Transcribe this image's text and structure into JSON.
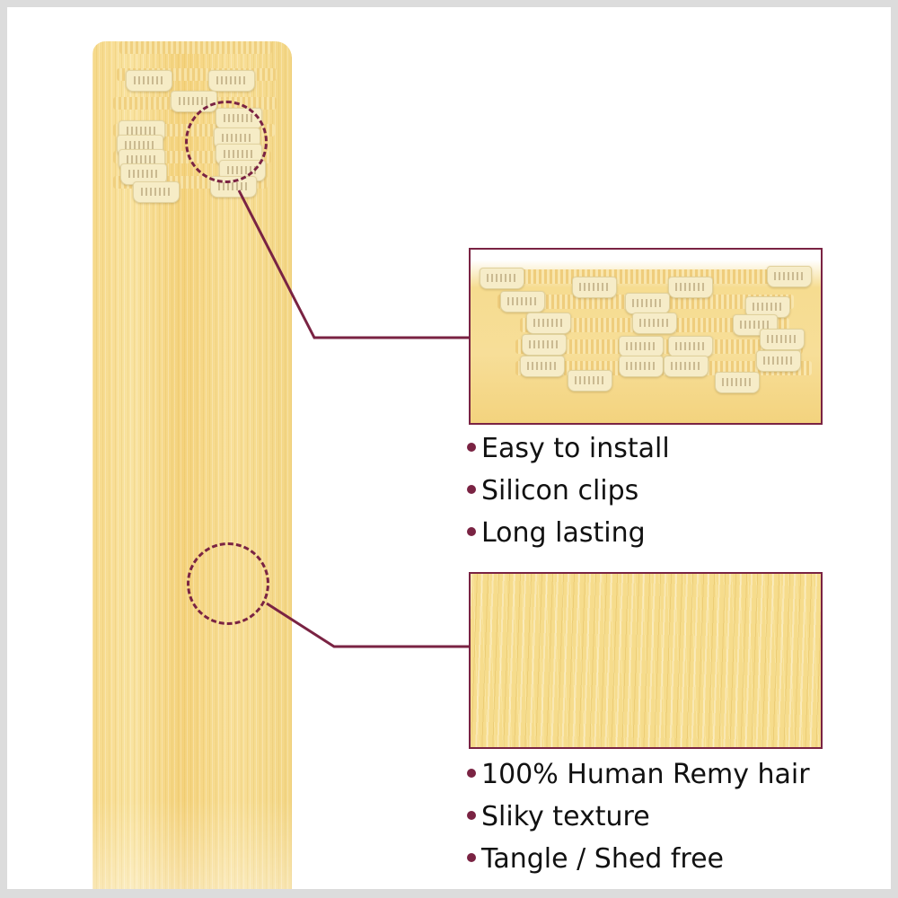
{
  "colors": {
    "frame": "#dcdcdc",
    "background": "#ffffff",
    "accent_maroon": "#7a2343",
    "hair_blonde": "#f6dc8c",
    "clip_cream": "#f6ecc6",
    "text": "#111111"
  },
  "product_image": {
    "subject": "blonde straight clip-in hair extension"
  },
  "callouts": [
    {
      "id": "clips-callout",
      "target": "clip-area",
      "inset": "clips-closeup",
      "bullets": [
        {
          "icon": "bullet-dot",
          "label": "Easy to install"
        },
        {
          "icon": "bullet-dot",
          "label": "Silicon clips"
        },
        {
          "icon": "bullet-dot",
          "label": "Long lasting"
        }
      ]
    },
    {
      "id": "texture-callout",
      "target": "hair-strand-area",
      "inset": "texture-closeup",
      "bullets": [
        {
          "icon": "bullet-dot",
          "label": "100% Human Remy hair"
        },
        {
          "icon": "bullet-dot",
          "label": "Sliky texture"
        },
        {
          "icon": "bullet-dot",
          "label": "Tangle / Shed free"
        }
      ]
    }
  ]
}
